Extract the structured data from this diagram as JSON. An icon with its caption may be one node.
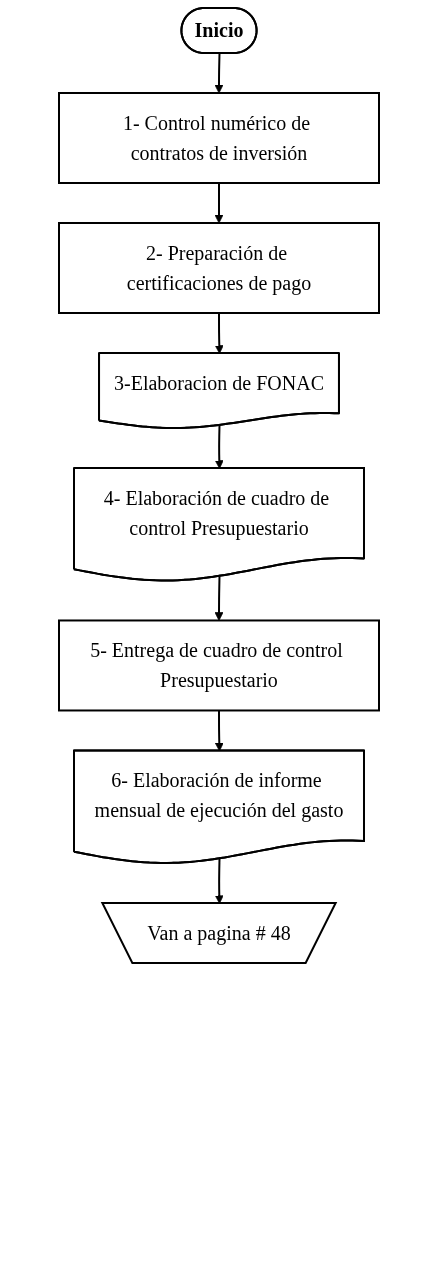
{
  "diagram": {
    "nodes": [
      {
        "text": [
          "Inicio"
        ]
      },
      {
        "text": [
          "1- Control numérico de contratos de inversión"
        ]
      },
      {
        "text": [
          "2- Preparación de certificaciones de pago"
        ]
      },
      {
        "text": [
          "3-Elaboracion de FONAC"
        ]
      },
      {
        "text": [
          "4- Elaboración de cuadro de control Presupuestario"
        ]
      },
      {
        "text": [
          "5- Entrega de cuadro de control Presupuestario"
        ]
      },
      {
        "text": [
          "6- Elaboración de informe mensual de ejecución del gasto"
        ]
      },
      {
        "text": [
          "Van a pagina # 48"
        ]
      }
    ],
    "edges": [
      {
        "from": 0,
        "to": 1,
        "arrow": "to"
      },
      {
        "from": 1,
        "to": 2,
        "arrow": "to"
      },
      {
        "from": 2,
        "to": 3,
        "arrow": "to"
      },
      {
        "from": 3,
        "to": 4,
        "arrow": "to"
      },
      {
        "from": 4,
        "to": 5,
        "arrow": "to"
      },
      {
        "from": 5,
        "to": 6,
        "arrow": "to"
      },
      {
        "from": 6,
        "to": 7,
        "arrow": "to"
      }
    ]
  }
}
